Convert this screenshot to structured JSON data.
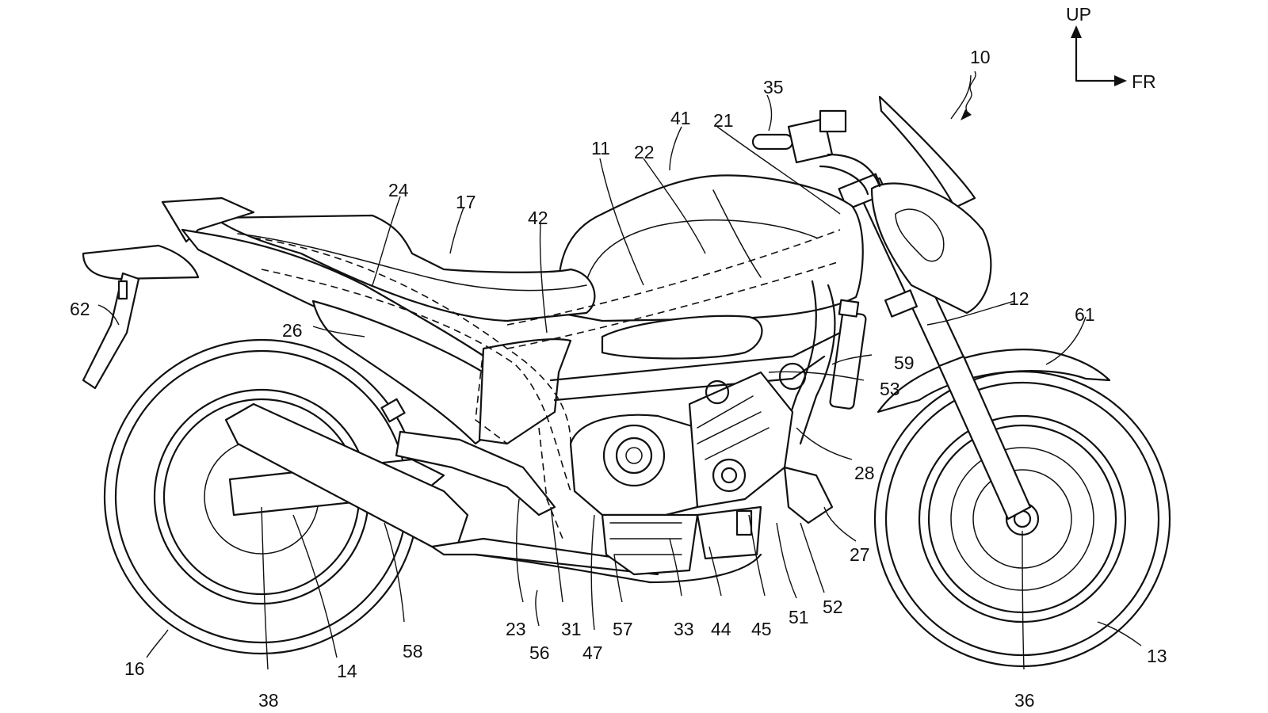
{
  "orientation": {
    "up_label": "UP",
    "front_label": "FR"
  },
  "labels": {
    "l10": "10",
    "l11": "11",
    "l12": "12",
    "l13": "13",
    "l14": "14",
    "l16": "16",
    "l17": "17",
    "l21": "21",
    "l22": "22",
    "l23": "23",
    "l24": "24",
    "l26": "26",
    "l27": "27",
    "l28": "28",
    "l31": "31",
    "l33": "33",
    "l35": "35",
    "l36": "36",
    "l38": "38",
    "l41": "41",
    "l42": "42",
    "l44": "44",
    "l45": "45",
    "l47": "47",
    "l51": "51",
    "l52": "52",
    "l53": "53",
    "l56": "56",
    "l57": "57",
    "l58": "58",
    "l59": "59",
    "l61": "61",
    "l62": "62"
  }
}
